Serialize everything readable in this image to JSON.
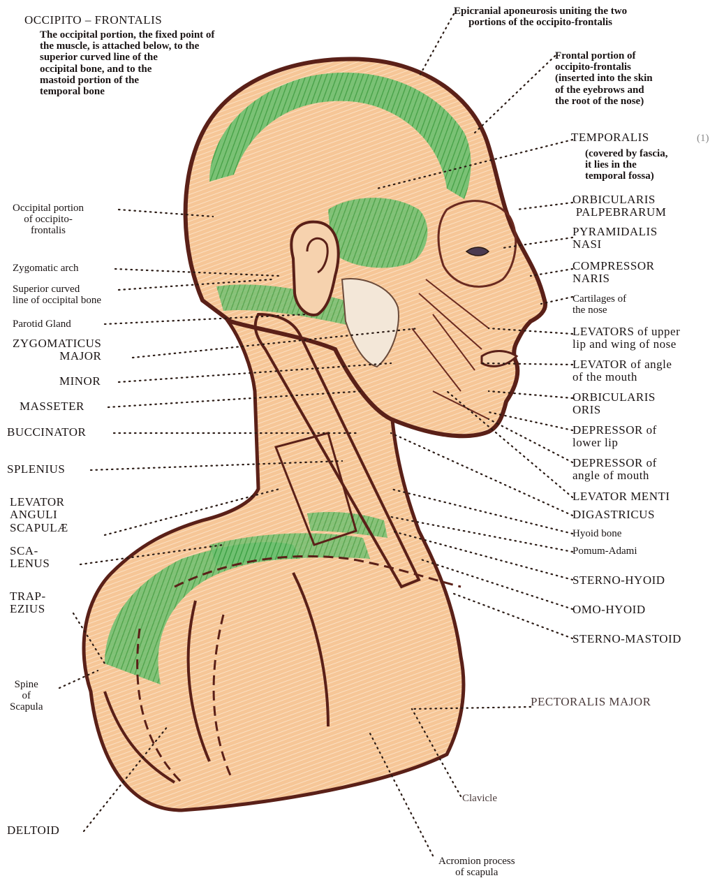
{
  "figure": {
    "colors": {
      "skin": "#f5c89a",
      "skin_light": "#fbe3c8",
      "muscle_green": "#4caf50",
      "outline": "#5a2018",
      "pointer": "#2a1a14"
    }
  },
  "labels": {
    "occipito_frontalis": "OCCIPITO – FRONTALIS",
    "occipito_frontalis_note": "The occipital portion, the fixed point of\nthe muscle, is attached below, to the\nsuperior curved line of the\noccipital bone, and to the\nmastoid portion of the\ntemporal bone",
    "epicranial": "Epicranial aponeurosis uniting the two\nportions of the occipito-frontalis",
    "frontal_portion": "Frontal portion of\noccipito-frontalis\n(inserted into the skin\nof the eyebrows and\nthe root of the nose)",
    "temporalis": "TEMPORALIS",
    "temporalis_note": "(covered by fascia,\nit lies in the\ntemporal fossa)",
    "orbicularis_palpebrarum": "ORBICULARIS\n PALPEBRARUM",
    "pyramidalis_nasi": "PYRAMIDALIS\nNASI",
    "compressor_naris": "COMPRESSOR\nNARIS",
    "cartilages_nose": "Cartilages of\nthe nose",
    "levators_upper_lip": "LEVATORS of upper\nlip and wing of nose",
    "levator_angle_mouth": "LEVATOR of angle\nof the mouth",
    "orbicularis_oris": "ORBICULARIS\nORIS",
    "depressor_lower_lip": "DEPRESSOR of\nlower lip",
    "depressor_angle_mouth": "DEPRESSOR of\nangle of mouth",
    "levator_menti": "LEVATOR MENTI",
    "digastricus": "DIGASTRICUS",
    "hyoid_bone": "Hyoid bone",
    "pomum_adami": "Pomum-Adami",
    "sterno_hyoid": "STERNO-HYOID",
    "omo_hyoid": "OMO-HYOID",
    "sterno_mastoid": "STERNO-MASTOID",
    "pectoralis_major": "PECTORALIS MAJOR",
    "clavicle": "Clavicle",
    "acromion": "Acromion process\nof scapula",
    "deltoid": "DELTOID",
    "spine_scapula": "Spine\nof\nScapula",
    "trapezius": "TRAP-\nEZIUS",
    "scalenus": "SCA-\nLENUS",
    "levator_anguli_scapulae": "LEVATOR\nANGULI\nSCAPULÆ",
    "splenius": "SPLENIUS",
    "buccinator": "BUCCINATOR",
    "masseter": "MASSETER",
    "minor": "MINOR",
    "zygomaticus_major": "ZYGOMATICUS\nMAJOR",
    "parotid": "Parotid Gland",
    "superior_curved_line": "Superior curved\nline of occipital bone",
    "zygomatic_arch": "Zygomatic arch",
    "occipital_portion": "Occipital portion\nof occipito-\nfrontalis",
    "mark": "(1)"
  }
}
